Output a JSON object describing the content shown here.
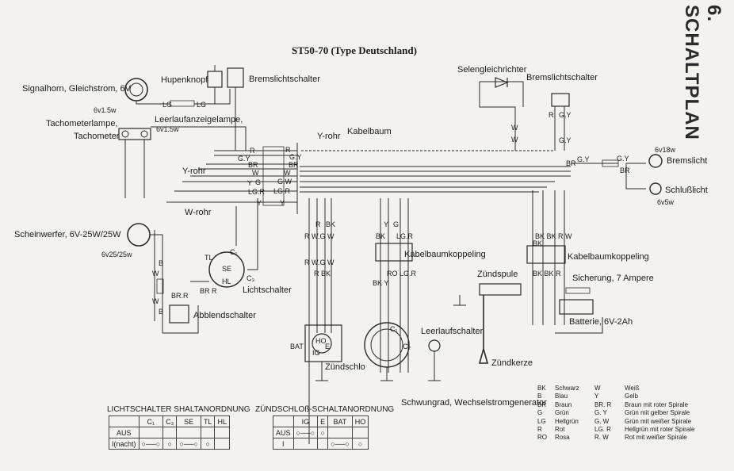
{
  "title": "ST50-70 (Type Deutschland)",
  "side_title": "6. SCHALTPLAN",
  "components": {
    "signalhorn": "Signalhorn, Gleichstrom, 6V",
    "hupenknopf": "Hupenknopf",
    "bremslichtschalter_front": "Bremslichtschalter",
    "tacho_rating": "6v1.5w",
    "tachometerlampe": "Tachometerlampe,",
    "tachometer": "Tachometer",
    "leerlaufanzeigelampe": "Leerlaufanzeigelampe,",
    "leerlauf_rating": "6v1.5w",
    "y_rohr_top": "Y-rohr",
    "kabelbaum": "Kabelbaum",
    "y_rohr_left": "Y-rohr",
    "w_rohr": "W-rohr",
    "scheinwerfer": "Scheinwerfer, 6V-25W/25W",
    "scheinwerfer_rating": "6v25/25w",
    "lichtschalter": "Lichtschalter",
    "abblendschalter": "Abblendschalter",
    "zuendschloss": "Zündschlo",
    "schwungrad": "Schwungrad, Wechselstromgenerator",
    "leerlaufschalter": "Leerlaufschalter",
    "zuendspule": "Zündspule",
    "zuendkerze": "Zündkerze",
    "selengleichrichter": "Selengleichrichter",
    "bremslichtschalter_rear": "Bremslichtschalter",
    "bremslicht_rating": "6v18w",
    "bremslicht": "Bremslicht",
    "schlusslicht": "Schlußlicht",
    "schlusslicht_rating": "6v5w",
    "kabelbaumkoppeling_left": "Kabelbaumkoppeling",
    "kabelbaumkoppeling_right": "Kabelbaumkoppeling",
    "sicherung": "Sicherung, 7 Ampere",
    "batterie": "Batterie, 6V-2Ah"
  },
  "wire_labels": {
    "lg1": "LG",
    "lg2": "LG",
    "r1": "R",
    "gy1": "G.Y",
    "br1": "BR",
    "w1": "W",
    "y1": "Y",
    "lgr1": "LG.R",
    "gy2": "G.Y",
    "r2": "R",
    "gy3": "G.Y",
    "br2": "BR",
    "gw1": "G.W",
    "w2": "W",
    "g1": "G",
    "gw2": "G.W",
    "lgr2": "LG.R",
    "lgr3": "LG.R",
    "y2": "Y",
    "y3": "Y",
    "sel_w1": "W",
    "sel_w2": "W",
    "brem_r": "R",
    "brem_gy": "G.Y",
    "brem_gy2": "G.Y",
    "br_rear": "BR",
    "gy_rear1": "G.Y",
    "gy_rear2": "G.Y",
    "br_rear2": "BR",
    "rbk_top": "R",
    "rbk_top2": "BK",
    "rwgw1": "R W.G W",
    "rwgw2": "R W.G W",
    "rbk_low": "R BK",
    "ylg_top": "Y",
    "ylg_top2": "G",
    "bklgr": "BK",
    "bklgr2": "LG.R",
    "rolgr": "RO LG.R",
    "bky": "BK Y",
    "bkbkrw": "BK BK R W",
    "bk_single": "BK",
    "bkbkr": "BK BK R",
    "b1": "B",
    "w3": "W",
    "w4": "W",
    "b2": "B",
    "brr1": "BR.R",
    "brr2": "BR R",
    "tl": "TL",
    "se": "SE",
    "hl": "HL",
    "c1": "C₁",
    "c3": "C₃",
    "bat": "BAT",
    "ho": "HO",
    "e": "E",
    "ig": "IG",
    "c1b": "C₁",
    "c2": "C₂"
  },
  "lichtschalter_table": {
    "title": "LICHTSCHALTER SHALTANORDNUNG",
    "headers": [
      "",
      "C₁",
      "C₃",
      "SE",
      "TL",
      "HL"
    ],
    "rows": [
      [
        "AUS",
        "",
        "",
        "",
        "",
        ""
      ],
      [
        "I(nacht)",
        "",
        "",
        "",
        "",
        ""
      ]
    ]
  },
  "zuendschloss_table": {
    "title": "ZÜNDSCHLOß-SCHALTANORDNUNG",
    "headers": [
      "",
      "IG",
      "E",
      "BAT",
      "HO"
    ],
    "rows": [
      [
        "AUS",
        "",
        "",
        "",
        ""
      ],
      [
        "I",
        "",
        "",
        "",
        ""
      ]
    ]
  },
  "color_legend": [
    {
      "code": "BK",
      "name": "Schwarz",
      "code2": "W",
      "name2": "Weiß"
    },
    {
      "code": "B",
      "name": "Blau",
      "code2": "Y",
      "name2": "Gelb"
    },
    {
      "code": "BR",
      "name": "Braun",
      "code2": "BR. R",
      "name2": "Braun mit roter Spirale"
    },
    {
      "code": "G",
      "name": "Grün",
      "code2": "G. Y",
      "name2": "Grün mit gelber Spirale"
    },
    {
      "code": "LG",
      "name": "Hellgrün",
      "code2": "G. W",
      "name2": "Grün mit weißer Spirale"
    },
    {
      "code": "R",
      "name": "Rot",
      "code2": "LG. R",
      "name2": "Hellgrün mit roter Spirale"
    },
    {
      "code": "RO",
      "name": "Rosa",
      "code2": "R. W",
      "name2": "Rot mit weißer Spirale"
    }
  ]
}
